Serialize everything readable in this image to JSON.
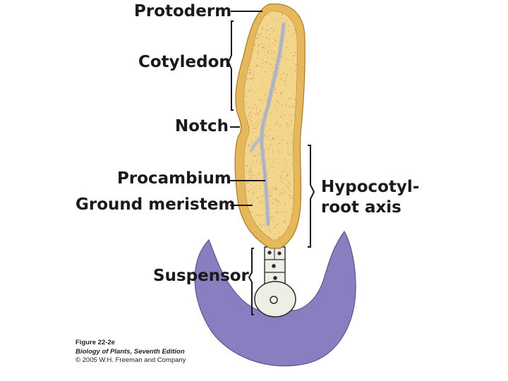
{
  "labels": {
    "protoderm": "Protoderm",
    "cotyledon": "Cotyledon",
    "notch": "Notch",
    "procambium": "Procambium",
    "ground_meristem": "Ground meristem",
    "hypocotyl_line1": "Hypocotyl-",
    "hypocotyl_line2": "root axis",
    "suspensor": "Suspensor"
  },
  "caption": {
    "figure": "Figure 22-2e",
    "book": "Biology of Plants, Seventh Edition",
    "copyright": "© 2005 W.H. Freeman and Company"
  },
  "colors": {
    "protoderm": "#e6b85c",
    "ground_meristem": "#f3d68c",
    "procambium": "#b9bcc4",
    "tissue": "#8a7ec0",
    "suspensor": "#efeee6",
    "line": "#1a1a1a"
  }
}
